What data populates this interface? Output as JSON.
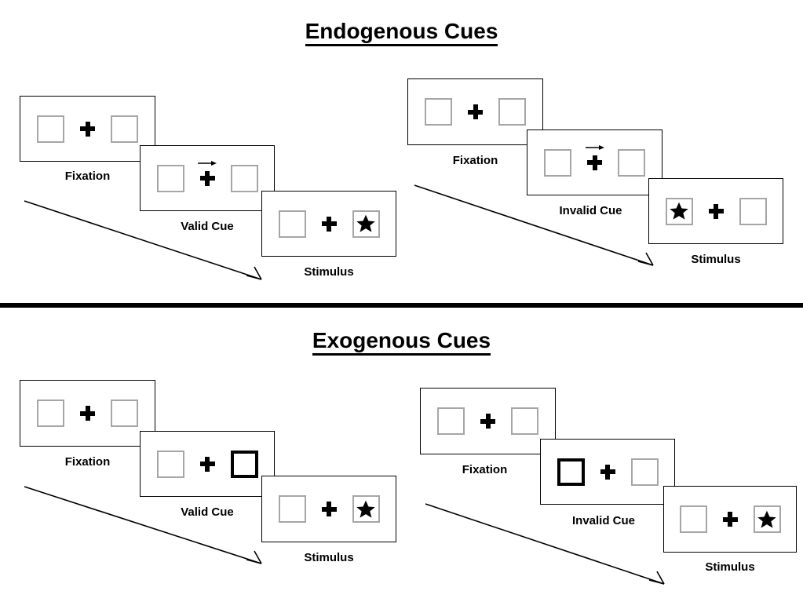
{
  "figure": {
    "title_top": "Endogenous Cues",
    "title_bottom": "Exogenous Cues",
    "accent_color": "#000000",
    "box_border_color": "#a6a6a6",
    "highlight_border_color": "#000000",
    "background_color": "#ffffff"
  },
  "sections": [
    {
      "id": "endogenous",
      "title": "Endogenous Cues",
      "sequences": [
        {
          "id": "endogenous-valid",
          "frames": [
            {
              "caption": "Fixation",
              "left_box": "empty",
              "right_box": "empty",
              "center": "fixation-cross",
              "cue": "none"
            },
            {
              "caption": "Valid Cue",
              "left_box": "empty",
              "right_box": "empty",
              "center": "fixation-cross",
              "cue": "arrow-right"
            },
            {
              "caption": "Stimulus",
              "left_box": "empty",
              "right_box": "star",
              "center": "fixation-cross",
              "cue": "none"
            }
          ]
        },
        {
          "id": "endogenous-invalid",
          "frames": [
            {
              "caption": "Fixation",
              "left_box": "empty",
              "right_box": "empty",
              "center": "fixation-cross",
              "cue": "none"
            },
            {
              "caption": "Invalid Cue",
              "left_box": "empty",
              "right_box": "empty",
              "center": "fixation-cross",
              "cue": "arrow-right"
            },
            {
              "caption": "Stimulus",
              "left_box": "star",
              "right_box": "empty",
              "center": "fixation-cross",
              "cue": "none"
            }
          ]
        }
      ]
    },
    {
      "id": "exogenous",
      "title": "Exogenous Cues",
      "sequences": [
        {
          "id": "exogenous-valid",
          "frames": [
            {
              "caption": "Fixation",
              "left_box": "empty",
              "right_box": "empty",
              "center": "fixation-cross",
              "cue": "none"
            },
            {
              "caption": "Valid Cue",
              "left_box": "empty",
              "right_box": "highlight",
              "center": "fixation-cross",
              "cue": "none"
            },
            {
              "caption": "Stimulus",
              "left_box": "empty",
              "right_box": "star",
              "center": "fixation-cross",
              "cue": "none"
            }
          ]
        },
        {
          "id": "exogenous-invalid",
          "frames": [
            {
              "caption": "Fixation",
              "left_box": "empty",
              "right_box": "empty",
              "center": "fixation-cross",
              "cue": "none"
            },
            {
              "caption": "Invalid Cue",
              "left_box": "highlight",
              "right_box": "empty",
              "center": "fixation-cross",
              "cue": "none"
            },
            {
              "caption": "Stimulus",
              "left_box": "empty",
              "right_box": "star",
              "center": "fixation-cross",
              "cue": "none"
            }
          ]
        }
      ]
    }
  ],
  "captions": {
    "fixation": "Fixation",
    "valid_cue": "Valid Cue",
    "invalid_cue": "Invalid Cue",
    "stimulus": "Stimulus"
  },
  "time_arrows": [
    {
      "id": "endogenous-valid-time-arrow"
    },
    {
      "id": "endogenous-invalid-time-arrow"
    },
    {
      "id": "exogenous-valid-time-arrow"
    },
    {
      "id": "exogenous-invalid-time-arrow"
    }
  ]
}
